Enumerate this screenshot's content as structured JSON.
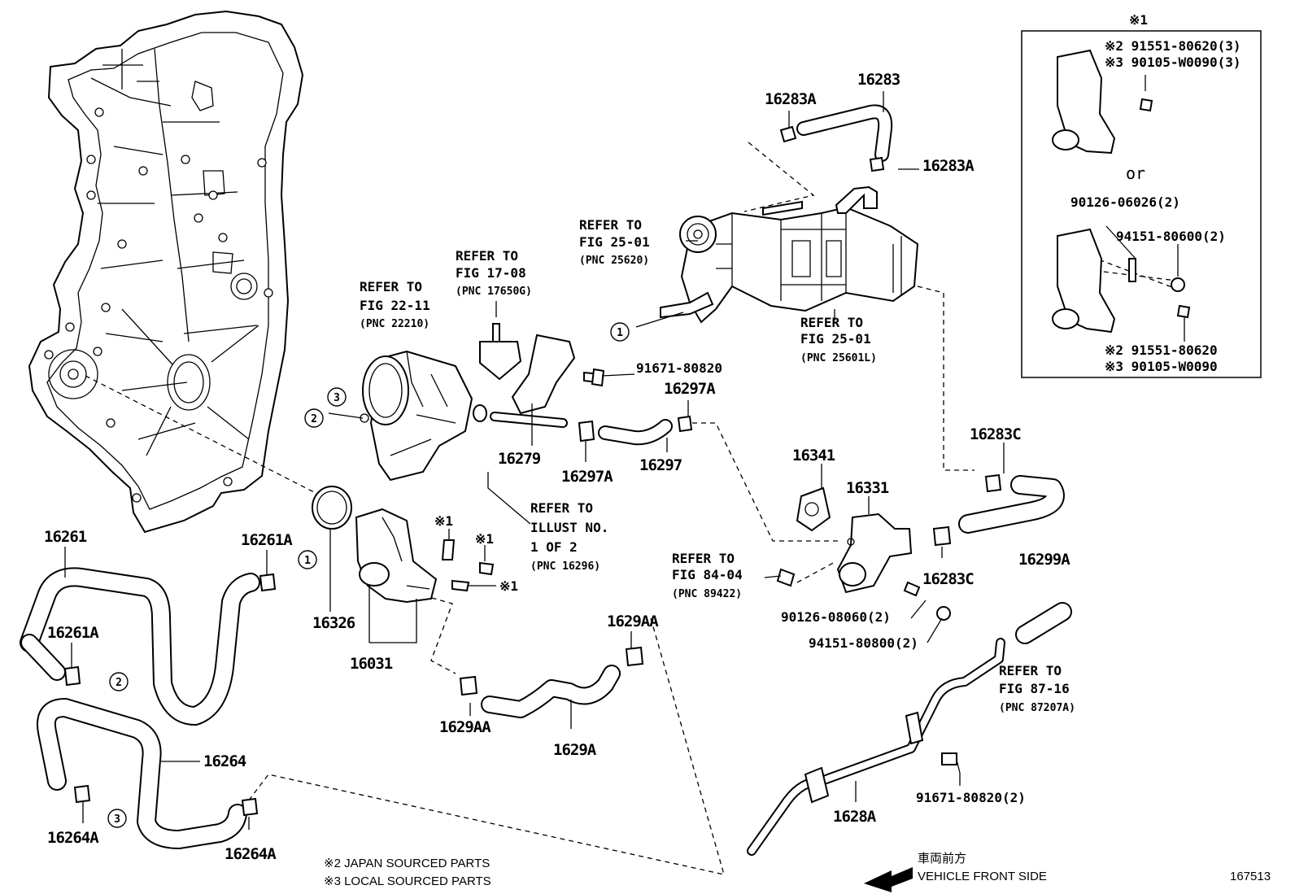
{
  "labels": {
    "p16283": "16283",
    "p16283A_1": "16283A",
    "p16283A_2": "16283A",
    "p16279": "16279",
    "p16297A_1": "16297A",
    "p16297A_2": "16297A",
    "p16297": "16297",
    "p91671_1": "91671-80820",
    "p16341": "16341",
    "p16331": "16331",
    "p16283C_1": "16283C",
    "p16283C_2": "16283C",
    "p16299A": "16299A",
    "p16261": "16261",
    "p16261A_1": "16261A",
    "p16261A_2": "16261A",
    "p16326": "16326",
    "p16031": "16031",
    "p1629AA_1": "1629AA",
    "p1629AA_2": "1629AA",
    "p1629A": "1629A",
    "p16264": "16264",
    "p16264A_1": "16264A",
    "p16264A_2": "16264A",
    "p1628A": "1628A",
    "p90126_08060": "90126-08060(2)",
    "p94151_80800": "94151-80800(2)",
    "p91671_2": "91671-80820(2)"
  },
  "marks": {
    "kome1": "※1",
    "kome1_b": "※1",
    "kome1_c": "※1",
    "kome1_d": "※1"
  },
  "circles": {
    "c1a": "1",
    "c1b": "1",
    "c2a": "2",
    "c2b": "2",
    "c3a": "3",
    "c3b": "3"
  },
  "refs": {
    "r25620": [
      "REFER TO",
      "FIG 25-01",
      "(PNC 25620)"
    ],
    "r17650": [
      "REFER TO",
      "FIG 17-08",
      "(PNC 17650G)"
    ],
    "r22210": [
      "REFER TO",
      "FIG 22-11",
      "(PNC 22210)"
    ],
    "r25601": [
      "REFER TO",
      "FIG 25-01",
      "(PNC 25601L)"
    ],
    "r16296": [
      "REFER TO",
      "ILLUST NO.",
      "1 OF 2",
      "(PNC 16296)"
    ],
    "r89422": [
      "REFER TO",
      "FIG 84-04",
      "(PNC 89422)"
    ],
    "r87207": [
      "REFER TO",
      "FIG 87-16",
      "(PNC 87207A)"
    ]
  },
  "inset": {
    "title": "※1",
    "a1": "※2 91551-80620(3)",
    "a2": "※3 90105-W0090(3)",
    "or": "or",
    "b1": "90126-06026(2)",
    "b2": "94151-80600(2)",
    "c1": "※2 91551-80620",
    "c2": "※3 90105-W0090"
  },
  "footer": {
    "note1": "※2 JAPAN SOURCED PARTS",
    "note2": "※3 LOCAL SOURCED PARTS",
    "front_jp": "車両前方",
    "front_en": "VEHICLE FRONT SIDE",
    "fig_no": "167513"
  }
}
